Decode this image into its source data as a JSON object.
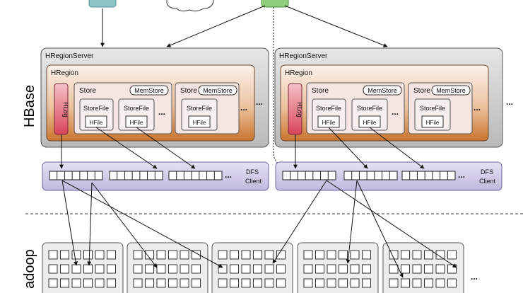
{
  "labels": {
    "side_hbase": "HBase",
    "side_hadoop": "adoop",
    "region_server": "HRegionServer",
    "region": "HRegion",
    "hlog": "HLog",
    "store": "Store",
    "memstore": "MemStore",
    "storefile": "StoreFile",
    "hfile": "HFile",
    "ellipsis": "...",
    "dfs_client_line1": "DFS",
    "dfs_client_line2": "Client"
  },
  "colors": {
    "server_fill": "#dcdcdc",
    "region_gradient_top": "#fbf1ea",
    "region_gradient_bottom": "#c9742d",
    "store_fill": "#f5e6e4",
    "hlog_top": "#f3a6b0",
    "hlog_bottom": "#d8455a",
    "dfs_fill": "#d9d4ec",
    "datanode_fill": "#ededed",
    "top_box_teal": "#8cc4c8",
    "top_box_green": "#8ed07a"
  },
  "icons": [
    "cloud-icon"
  ]
}
